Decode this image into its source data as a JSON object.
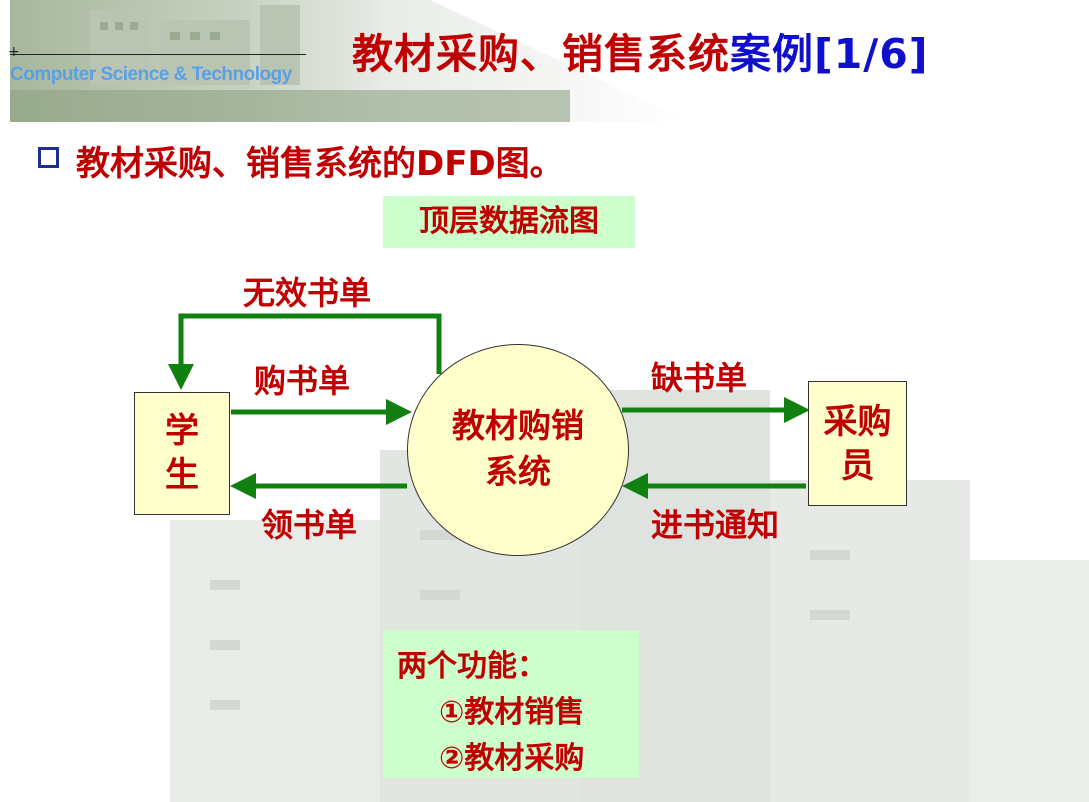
{
  "header": {
    "brand": "Computer Science & Technology",
    "title_main": "教材采购、销售系统",
    "title_tail": "案例",
    "title_page": "[1/6]"
  },
  "bullet": {
    "text": "教材采购、销售系统的DFD图。"
  },
  "diagram": {
    "level_label": "顶层数据流图",
    "entities": {
      "student_line1": "学",
      "student_line2": "生",
      "buyer_line1": "采购",
      "buyer_line2": "员"
    },
    "process": {
      "line1": "教材购销",
      "line2": "系统"
    },
    "flows": {
      "invalid_order": "无效书单",
      "purchase_order": "购书单",
      "receive_order": "领书单",
      "shortage_order": "缺书单",
      "arrival_notice": "进书通知"
    }
  },
  "functions": {
    "heading": "两个功能：",
    "item1": "①教材销售",
    "item2": "②教材采购"
  },
  "colors": {
    "title_red": "#c00000",
    "title_blue": "#1010cc",
    "arrow_green": "#108010",
    "box_green": "#ccffcc",
    "entity_yellow": "#ffffcc"
  }
}
